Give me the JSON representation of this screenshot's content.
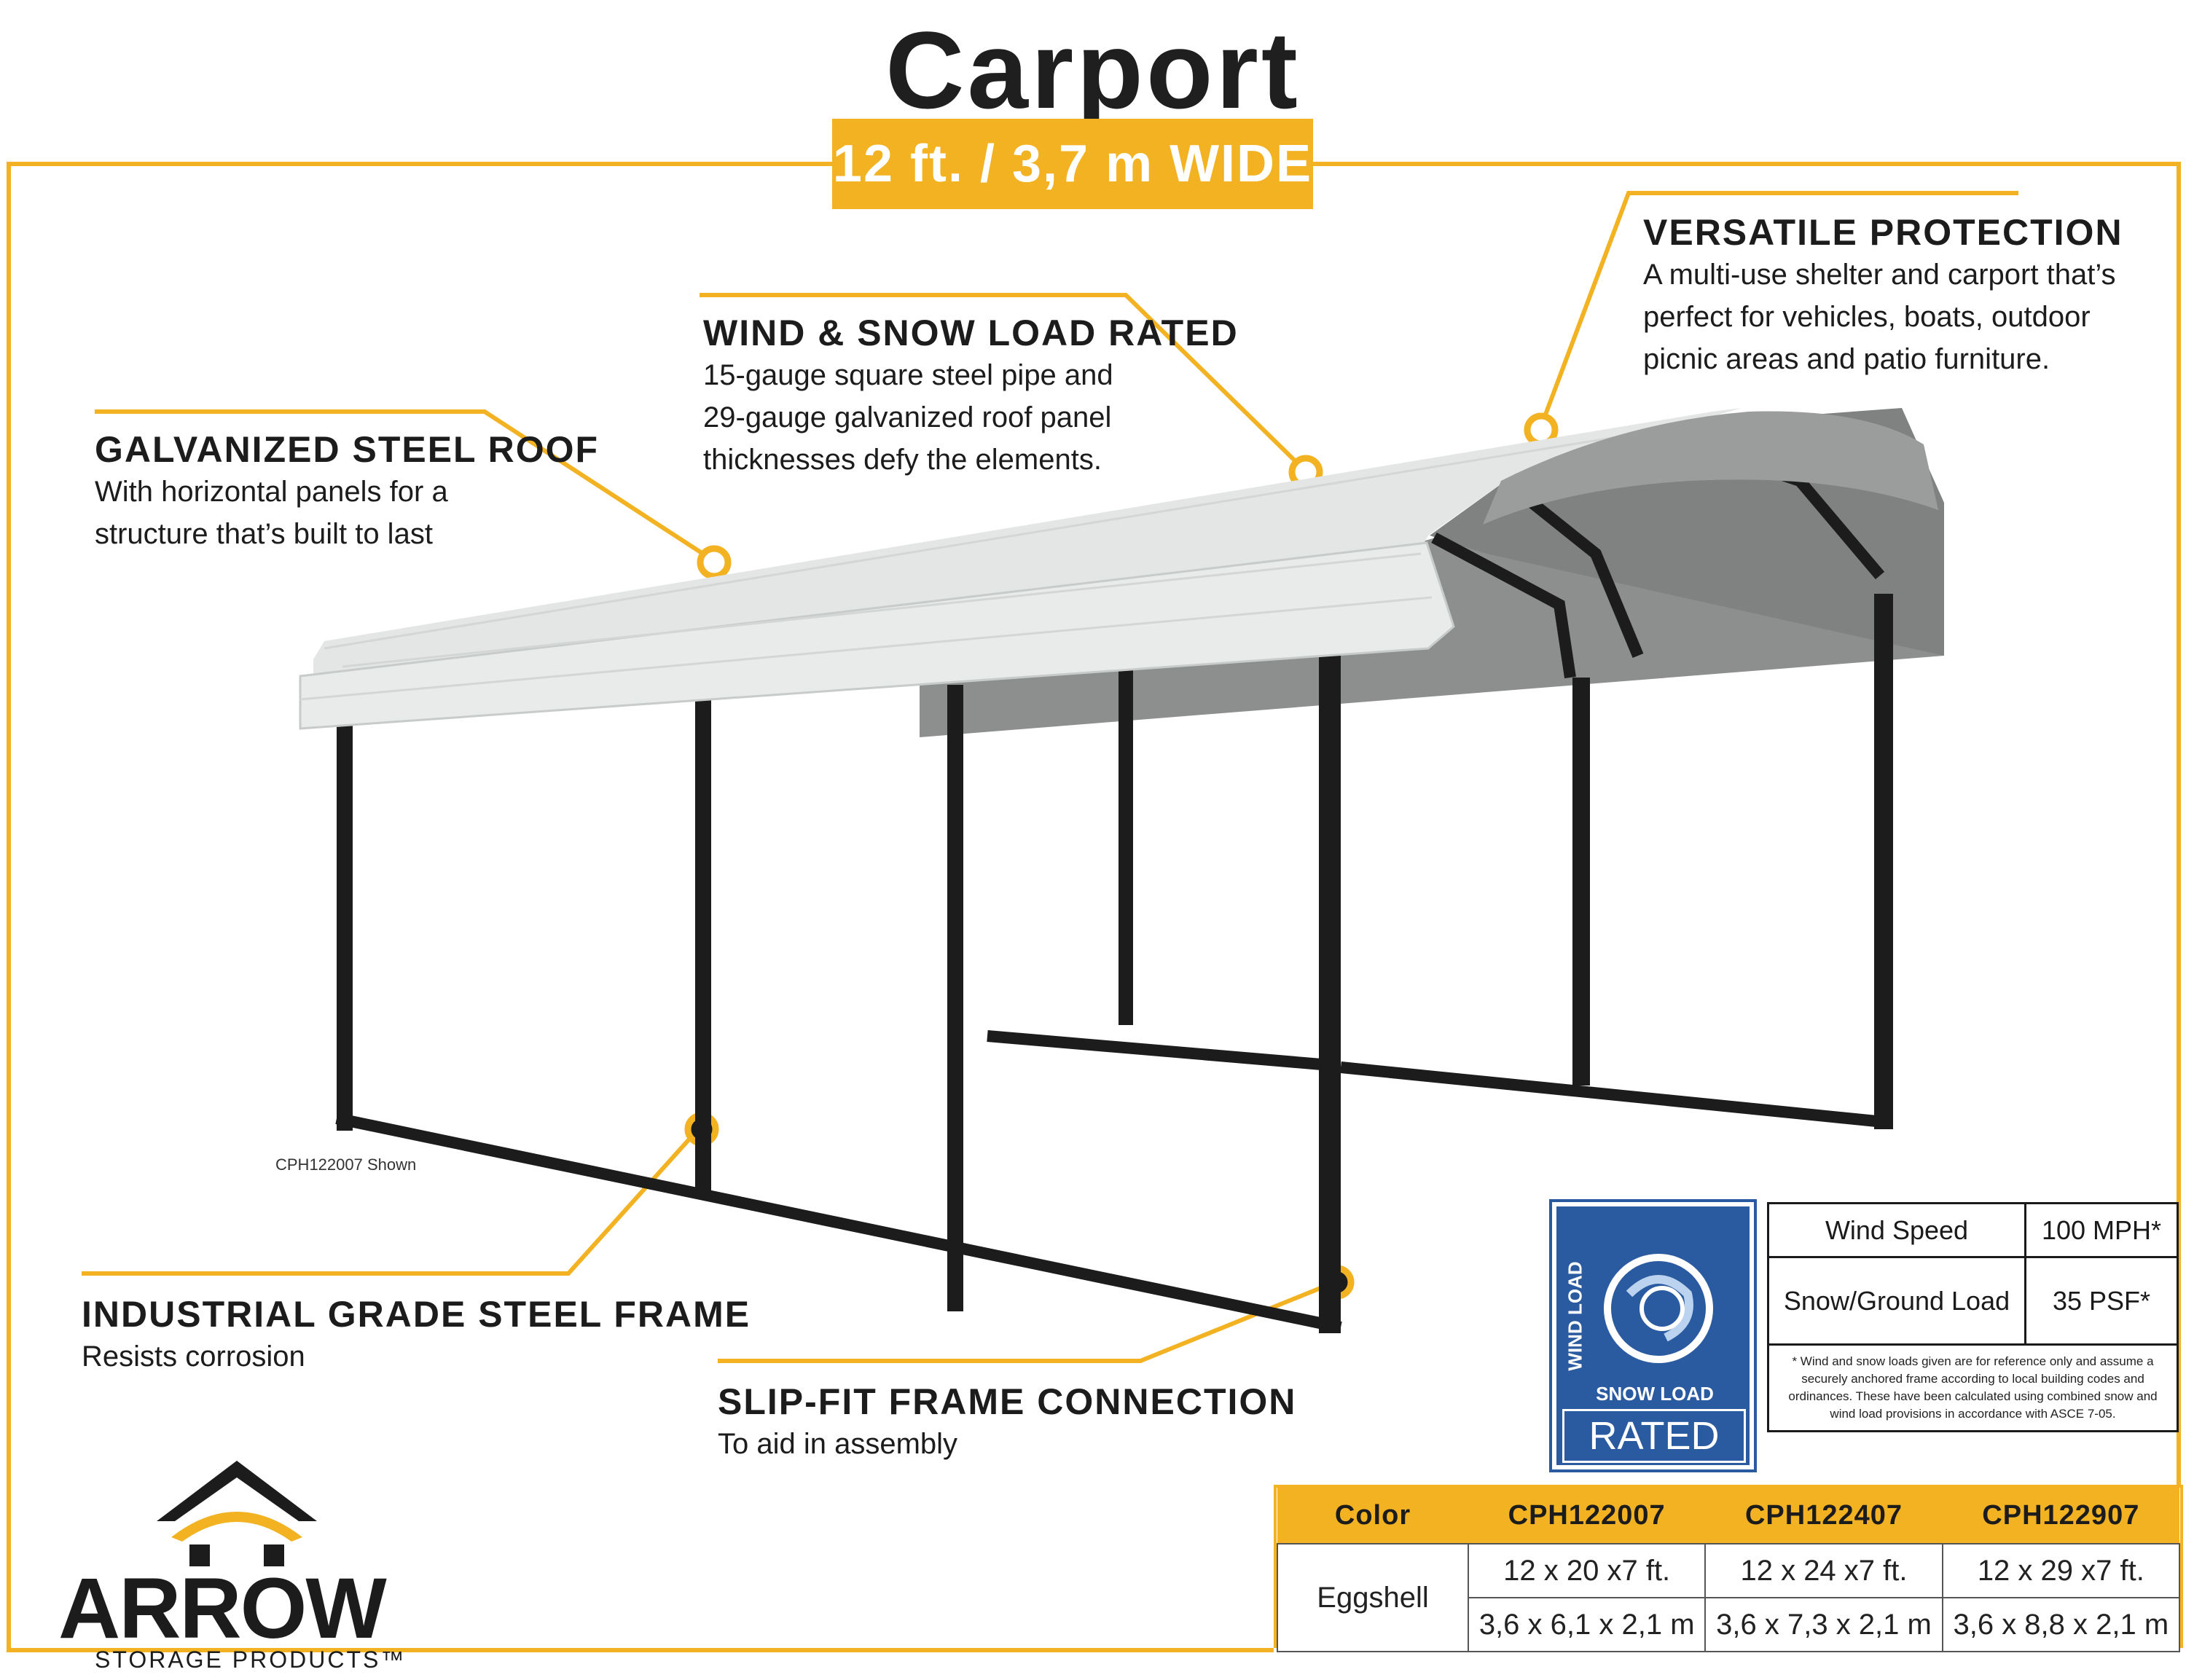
{
  "title": "Carport",
  "subtitle": "12 ft. / 3,7 m  WIDE",
  "features": [
    {
      "heading": "GALVANIZED STEEL ROOF",
      "body": [
        "With horizontal panels for a",
        "structure that’s built to last"
      ]
    },
    {
      "heading": "WIND & SNOW LOAD RATED",
      "body": [
        "15-gauge square steel pipe and",
        "29-gauge galvanized roof panel",
        "thicknesses defy the elements."
      ]
    },
    {
      "heading": "VERSATILE PROTECTION",
      "body": [
        "A multi-use shelter and carport that’s",
        "perfect for vehicles, boats, outdoor",
        "picnic areas and patio furniture."
      ]
    },
    {
      "heading": "INDUSTRIAL GRADE STEEL FRAME",
      "body": [
        "Resists corrosion"
      ]
    },
    {
      "heading": "SLIP-FIT FRAME CONNECTION",
      "body": [
        "To aid in assembly"
      ]
    }
  ],
  "image_caption": "CPH122007 Shown",
  "rating_logo": {
    "wind_text": "WIND LOAD",
    "snow_text": "SNOW LOAD",
    "rated_text": "RATED"
  },
  "spec_table": {
    "rows": [
      {
        "label": "Wind Speed",
        "value": "100 MPH*"
      },
      {
        "label": "Snow/Ground Load",
        "value": "35 PSF*"
      }
    ],
    "note": "* Wind and snow loads given are for reference only and assume a securely anchored frame according to local building codes and ordinances. These have been calculated using combined snow and wind load provisions in accordance with ASCE 7-05."
  },
  "model_table": {
    "headers": [
      "Color",
      "CPH122007",
      "CPH122407",
      "CPH122907"
    ],
    "color": "Eggshell",
    "imperial": [
      "12 x 20 x7 ft.",
      "12 x 24 x7 ft.",
      "12 x 29 x7 ft."
    ],
    "metric": [
      "3,6 x 6,1 x 2,1 m",
      "3,6 x 7,3 x 2,1 m",
      "3,6 x 8,8 x 2,1 m"
    ]
  },
  "brand": {
    "name": "ARROW",
    "sub": "STORAGE PRODUCTS™"
  },
  "colors": {
    "accent": "#f2b221",
    "frame": "#1c1c1c",
    "roof": "#e4e6e6",
    "logo_blue": "#2a5ba0"
  }
}
